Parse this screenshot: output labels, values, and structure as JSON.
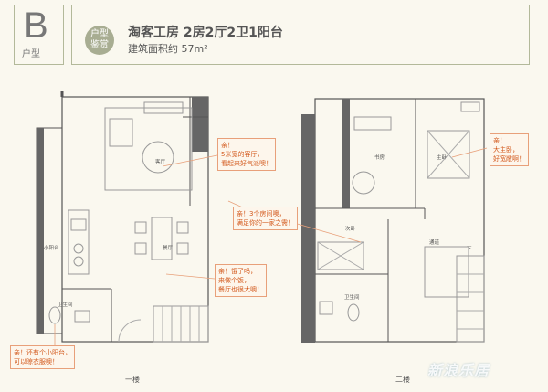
{
  "header": {
    "unit_type": "B",
    "unit_type_label": "户型",
    "badge_line1": "户型",
    "badge_line2": "鉴赏",
    "title": "淘客工房 2房2厅2卫1阳台",
    "area": "建筑面积约 57m²"
  },
  "rooms": {
    "living": "客厅",
    "dining": "餐厅",
    "balcony": "小阳台",
    "bath1": "卫生间",
    "study": "书房",
    "master": "主卧",
    "second": "次卧",
    "hall": "通道",
    "bath2": "卫生间",
    "down": "下"
  },
  "notes": {
    "n1": [
      "亲！",
      "5米宽的客厅，",
      "看起来好气派噢！"
    ],
    "n2": [
      "亲！3个房间噢，",
      "满足你的一家之需！"
    ],
    "n3": [
      "亲！饿了吗，",
      "来做个饭，",
      "餐厅也很大噢！"
    ],
    "n4": [
      "亲！还有个小阳台，",
      "可以晾衣服噢！"
    ],
    "n5": [
      "亲！",
      "大主卧，",
      "好宽敞啊！"
    ]
  },
  "floors": {
    "first": "一楼",
    "second": "二楼"
  },
  "watermark": "新浪乐居",
  "colors": {
    "note_border": "#e8a07a",
    "note_text": "#d35a1e",
    "wall": "#555555",
    "badge": "#a8ad92"
  }
}
